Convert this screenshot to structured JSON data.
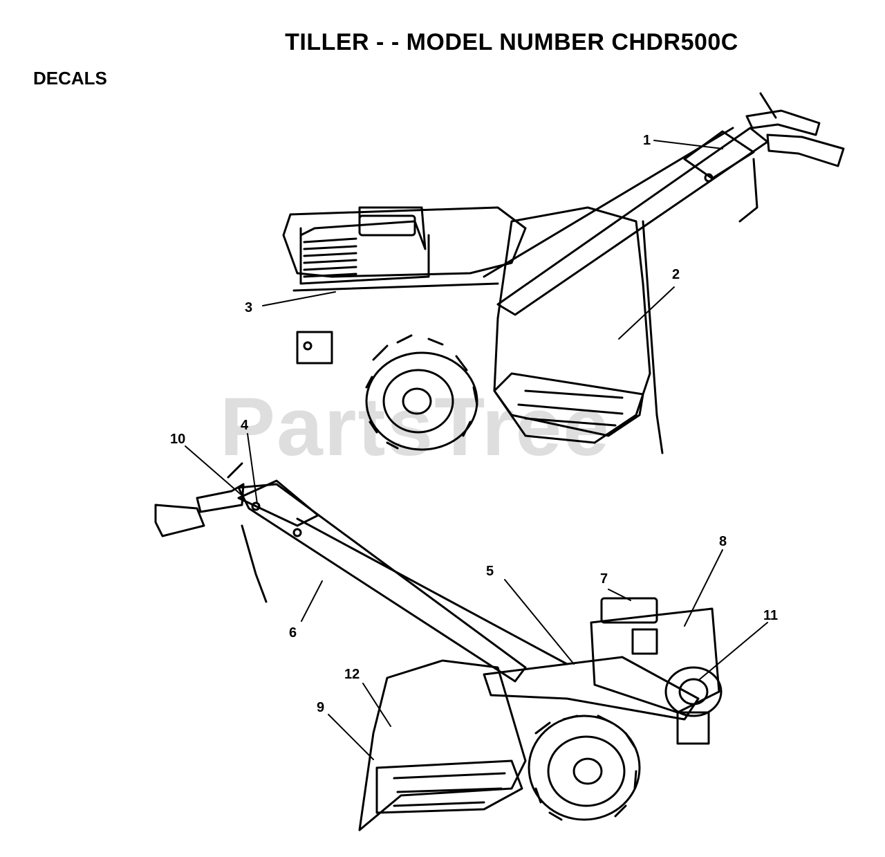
{
  "title": "TILLER - - MODEL NUMBER CHDR500C",
  "section": "DECALS",
  "watermark": "PartsTree",
  "callouts": [
    "1",
    "2",
    "3",
    "4",
    "5",
    "6",
    "7",
    "8",
    "9",
    "10",
    "11",
    "12"
  ]
}
